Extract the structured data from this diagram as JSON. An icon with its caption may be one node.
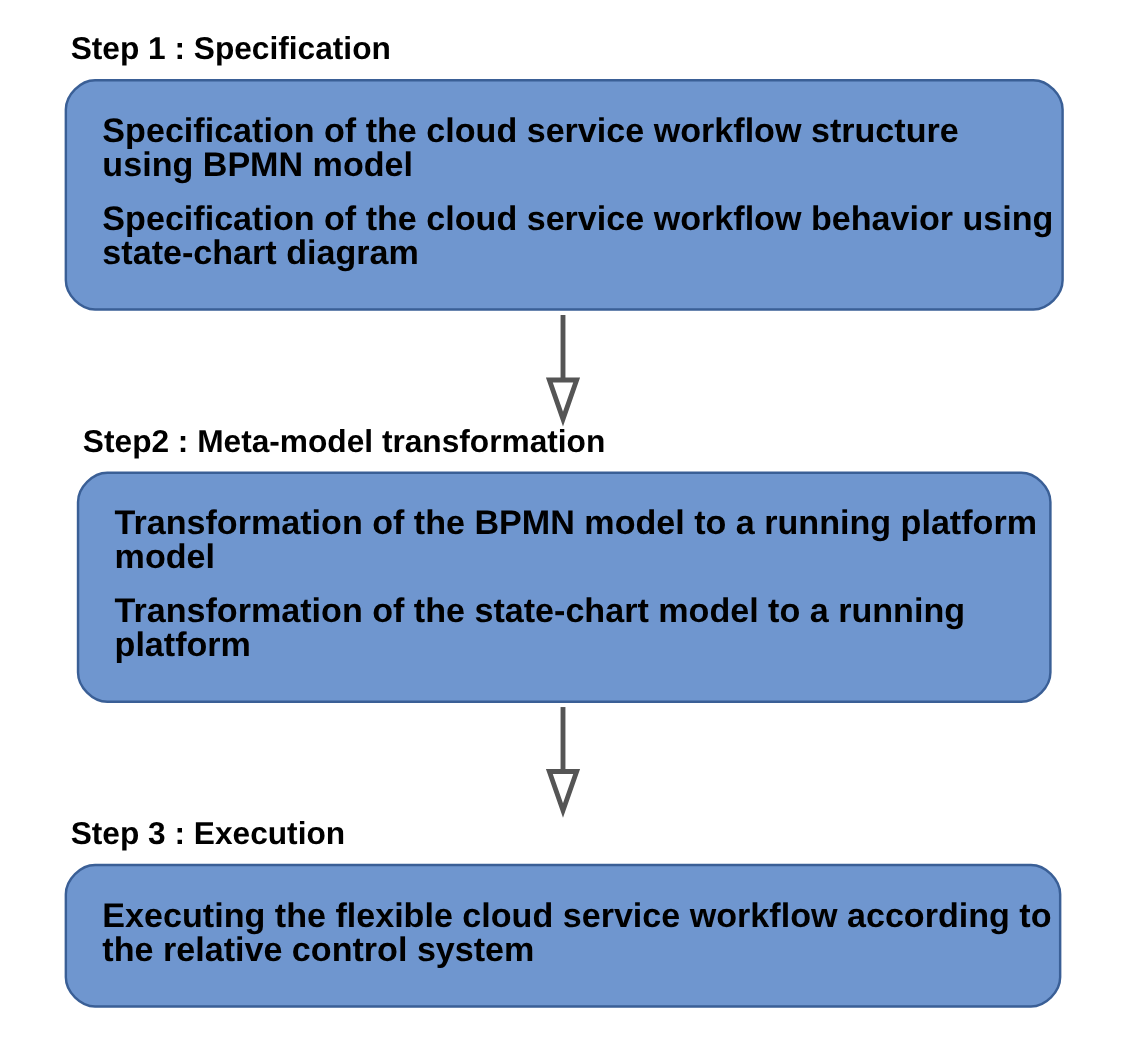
{
  "diagram": {
    "nodes": [
      {
        "text": [
          "Step 1 : Specification",
          "Specification of the cloud service workflow structure using BPMN model",
          "Specification of the cloud service workflow behavior using state-chart diagram"
        ]
      },
      {
        "text": [
          "Step2 : Meta-model transformation",
          "Transformation of the BPMN model to a running platform model",
          "Transformation of the state-chart model to a running platform"
        ]
      },
      {
        "text": [
          "Step 3 : Execution",
          "Executing the flexible cloud service workflow according to the relative control system"
        ]
      }
    ],
    "edges": [
      {
        "from": 0,
        "to": 1,
        "arrow": "to"
      },
      {
        "from": 1,
        "to": 2,
        "arrow": "to"
      }
    ]
  }
}
